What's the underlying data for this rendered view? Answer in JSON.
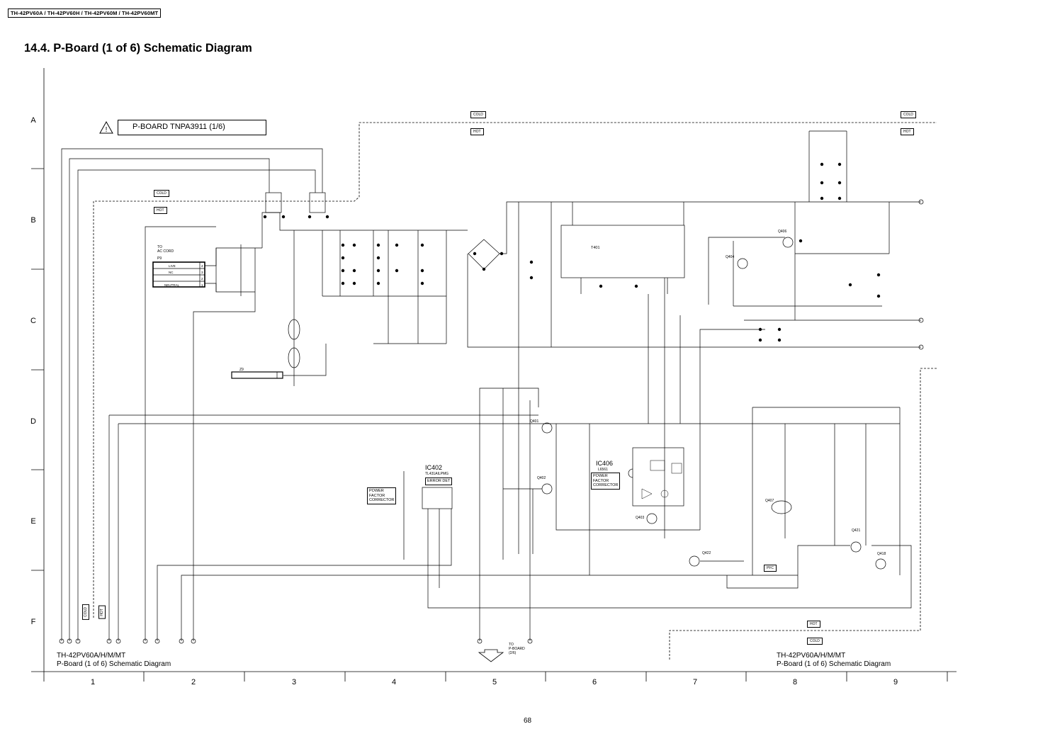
{
  "header": {
    "model_tag": "TH-42PV60A / TH-42PV60H / TH-42PV60M / TH-42PV60MT",
    "section_title": "14.4.   P-Board (1 of 6) Schematic Diagram"
  },
  "board_label": "P-BOARD TNPA3911 (1/6)",
  "warning_icon": "caution-triangle-icon",
  "grid": {
    "rows": [
      "A",
      "B",
      "C",
      "D",
      "E",
      "F"
    ],
    "columns": [
      "1",
      "2",
      "3",
      "4",
      "5",
      "6",
      "7",
      "8",
      "9"
    ]
  },
  "zone_tags": {
    "cold": "COLD",
    "hot": "HOT",
    "pfc": "PFC"
  },
  "connector_p9": {
    "to_label": "TO\nAC CORD",
    "ref": "P9",
    "pins": [
      {
        "name": "LIVE",
        "num": "4"
      },
      {
        "name": "NC",
        "num": "3"
      },
      {
        "name": "",
        "num": "2"
      },
      {
        "name": "NEUTRAL",
        "num": "1"
      }
    ]
  },
  "z9": "Z9",
  "transformer": "T401",
  "ic402": {
    "ref": "IC402",
    "part": "TL431AILPMG",
    "box": "ERROR DET"
  },
  "ic406": {
    "ref": "IC406",
    "part": "L6561",
    "box": "POWER\nFACTOR\nCORRECTOR"
  },
  "pfc_box_left": "POWER\nFACTOR\nCORRECTOR",
  "transistors": [
    "Q401",
    "Q402",
    "Q403",
    "Q404",
    "Q406",
    "Q407",
    "Q418",
    "Q421",
    "Q422"
  ],
  "to_pboard": {
    "label": "TO\nP-BOARD\n(2/6)"
  },
  "footer": {
    "left_model": "TH-42PV60A/H/M/MT",
    "left_desc": "P-Board (1 of 6) Schematic Diagram",
    "right_model": "TH-42PV60A/H/M/MT",
    "right_desc": "P-Board (1 of 6) Schematic Diagram"
  },
  "page_number": "68"
}
